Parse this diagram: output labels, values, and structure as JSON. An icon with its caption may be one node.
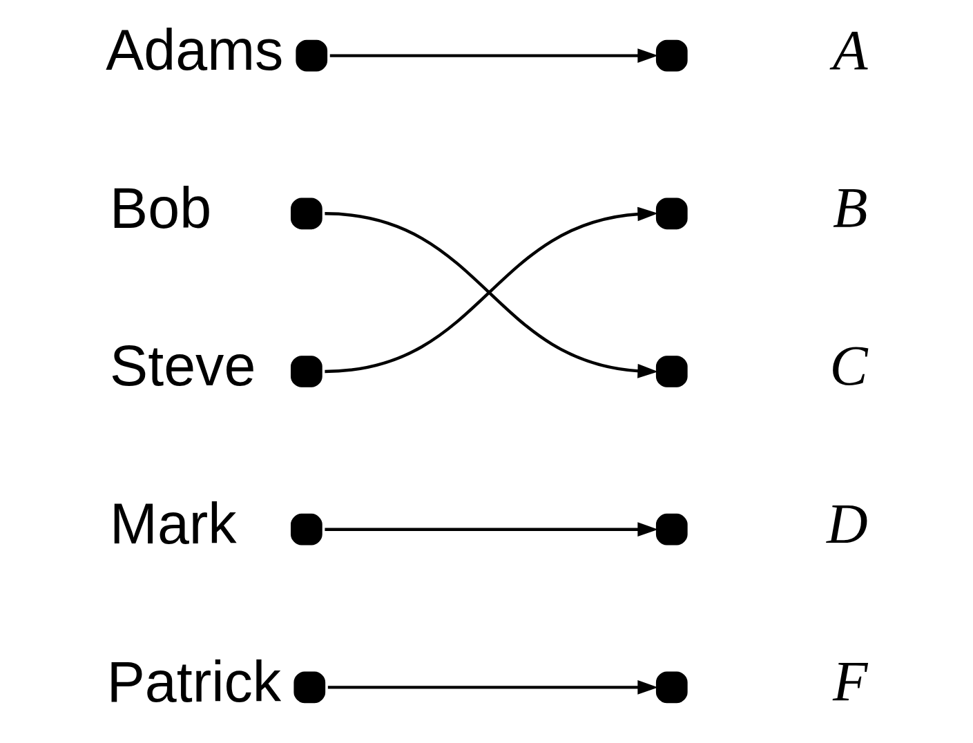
{
  "diagram": {
    "nodes": [
      {
        "text": [],
        "shape": "circle",
        "beside": [
          "Adams"
        ]
      },
      {
        "text": [],
        "shape": "circle",
        "beside": [
          "Bob"
        ]
      },
      {
        "text": [],
        "shape": "circle",
        "beside": [
          "Steve"
        ]
      },
      {
        "text": [],
        "shape": "circle",
        "beside": [
          "Mark"
        ]
      },
      {
        "text": [],
        "shape": "circle",
        "beside": [
          "Patrick"
        ]
      },
      {
        "text": [],
        "shape": "circle",
        "beside": [
          "A"
        ]
      },
      {
        "text": [],
        "shape": "circle",
        "beside": [
          "B"
        ]
      },
      {
        "text": [],
        "shape": "circle",
        "beside": [
          "C"
        ]
      },
      {
        "text": [],
        "shape": "circle",
        "beside": [
          "D"
        ]
      },
      {
        "text": [],
        "shape": "circle",
        "beside": [
          "F"
        ]
      }
    ],
    "edges": [
      {
        "from": 0,
        "to": 5,
        "arrow": "to"
      },
      {
        "from": 1,
        "to": 7,
        "arrow": "to"
      },
      {
        "from": 2,
        "to": 6,
        "arrow": "to"
      },
      {
        "from": 3,
        "to": 8,
        "arrow": "to"
      },
      {
        "from": 4,
        "to": 9,
        "arrow": "to"
      }
    ]
  }
}
